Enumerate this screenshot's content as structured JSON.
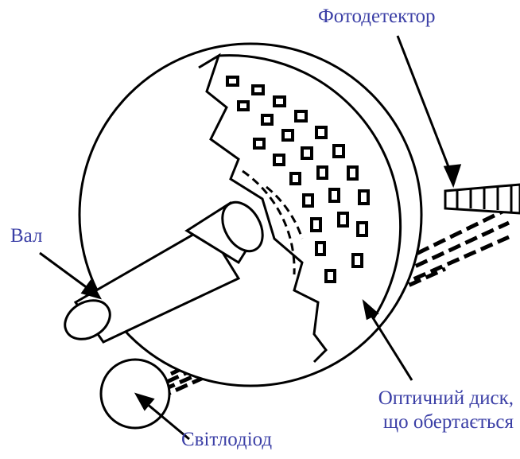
{
  "labels": {
    "photodetector": "Фотодетектор",
    "shaft": "Вал",
    "disk_line1": "Оптичний диск,",
    "disk_line2": "що обертається",
    "led": "Світлодіод"
  },
  "colors": {
    "label_text": "#3b3fa6",
    "line_art": "#000000",
    "background": "#ffffff"
  }
}
